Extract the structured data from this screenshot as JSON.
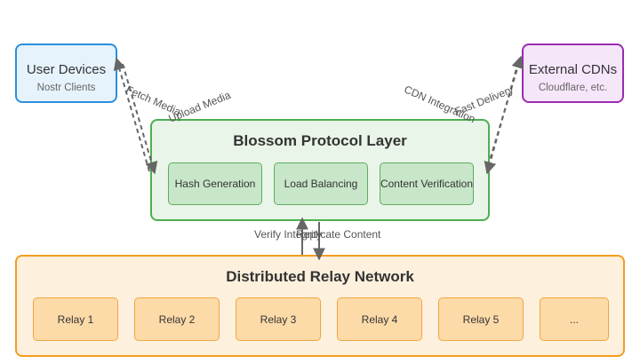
{
  "nodes": {
    "user_devices": {
      "title": "User Devices",
      "subtitle": "Nostr Clients"
    },
    "external_cdns": {
      "title": "External CDNs",
      "subtitle": "Cloudflare, etc."
    }
  },
  "blossom": {
    "title": "Blossom Protocol Layer",
    "modules": [
      "Hash Generation",
      "Load Balancing",
      "Content Verification"
    ]
  },
  "relay_network": {
    "title": "Distributed Relay Network",
    "relays": [
      "Relay 1",
      "Relay 2",
      "Relay 3",
      "Relay 4",
      "Relay 5",
      "..."
    ]
  },
  "edges": {
    "fetch_media": "Fetch Media",
    "upload_media": "Upload Media",
    "cdn_integration": "CDN Integration",
    "fast_delivery": "Fast Delivery",
    "verify_integrity": "Verify Integrity",
    "replicate_content": "Replicate Content"
  },
  "colors": {
    "user_border": "#2d8fdc",
    "cdn_border": "#9a2bb0",
    "blossom_border": "#4caf50",
    "relay_border": "#f39c1f",
    "arrow": "#666666"
  }
}
